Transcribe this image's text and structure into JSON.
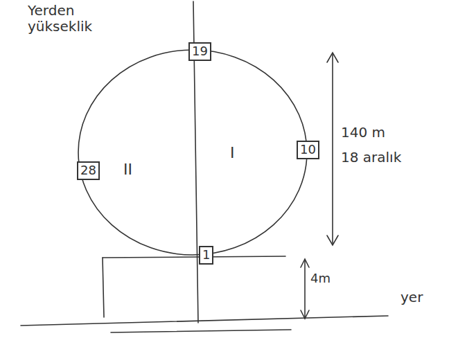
{
  "diagram": {
    "nodes": [
      {
        "text": [
          "19"
        ]
      },
      {
        "text": [
          "28"
        ]
      },
      {
        "text": [
          "10"
        ]
      },
      {
        "text": [
          "1"
        ]
      }
    ],
    "labels": [
      "Yerden yükseklik",
      "II",
      "I",
      "140 m",
      "18 aralık",
      "4m",
      "yer"
    ]
  }
}
